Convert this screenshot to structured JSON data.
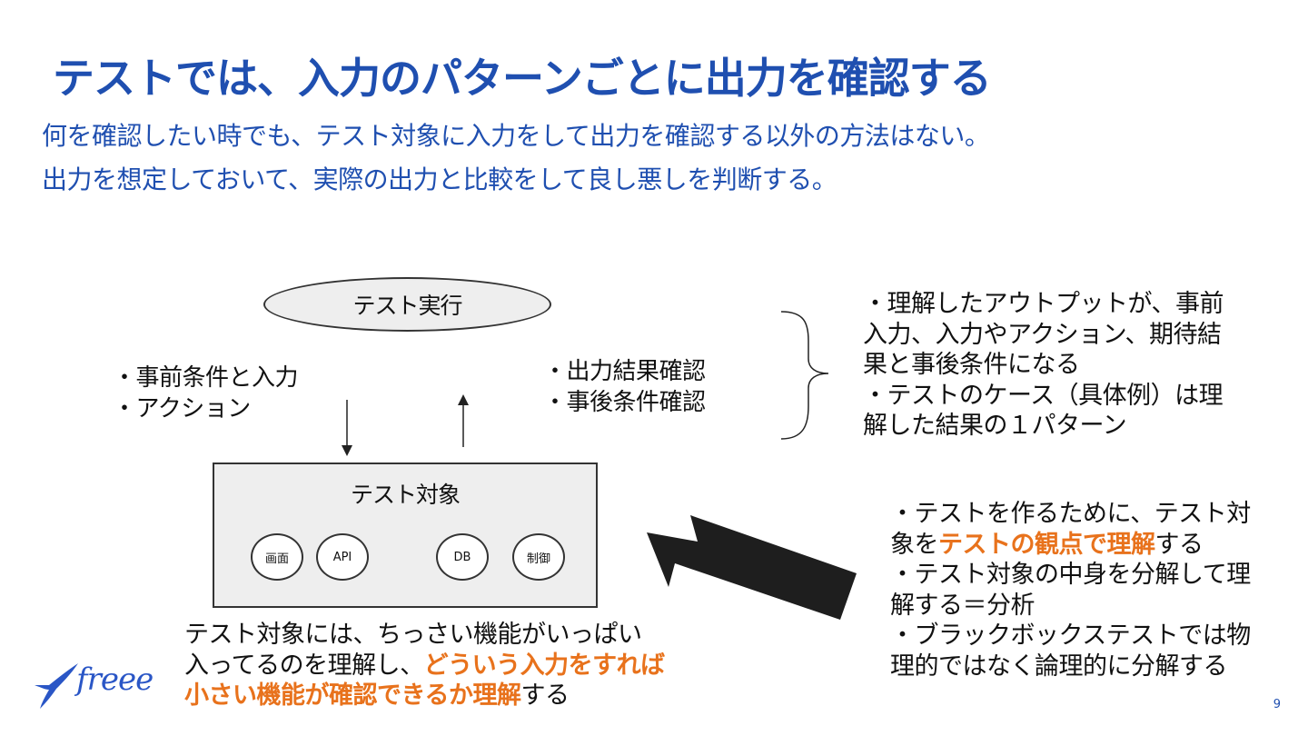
{
  "header": {
    "title": "テストでは、入力のパターンごとに出力を確認する",
    "subtitle_line1": "何を確認したい時でも、テスト対象に入力をして出力を確認する以外の方法はない。",
    "subtitle_line2": "出力を想定しておいて、実際の出力と比較をして良し悪しを判断する。"
  },
  "diagram": {
    "execution_label": "テスト実行",
    "input_bullets": [
      "・事前条件と入力",
      "・アクション"
    ],
    "output_bullets": [
      "・出力結果確認",
      "・事後条件確認"
    ],
    "target_label": "テスト対象",
    "components": [
      "画面",
      "API",
      "DB",
      "制御"
    ],
    "right_note": [
      "・理解したアウトプットが、事前",
      "入力、入力やアクション、期待結",
      "果と事後条件になる",
      "・テストのケース（具体例）は理",
      "解した結果の１パターン"
    ],
    "analysis_note": {
      "line1": "・テストを作るために、テスト対",
      "line2_pre": "象を",
      "line2_em": "テストの観点で理解",
      "line2_post": "する",
      "line3": "・テスト対象の中身を分解して理",
      "line4": "解する＝分析",
      "line5": "・ブラックボックステストでは物",
      "line6": "理的ではなく論理的に分解する"
    },
    "bottom_note": {
      "line1": "テスト対象には、ちっさい機能がいっぱい",
      "line2_pre": "入ってるのを理解し、",
      "line2_em": "どういう入力をすれば",
      "line3_em": "小さい機能が確認できるか理解",
      "line3_post": "する"
    }
  },
  "footer": {
    "logo": "freee",
    "page_number": "9"
  },
  "colors": {
    "title_blue": "#1f4fb0",
    "emphasis_orange": "#e8721c",
    "shape_fill": "#eeeeee"
  }
}
